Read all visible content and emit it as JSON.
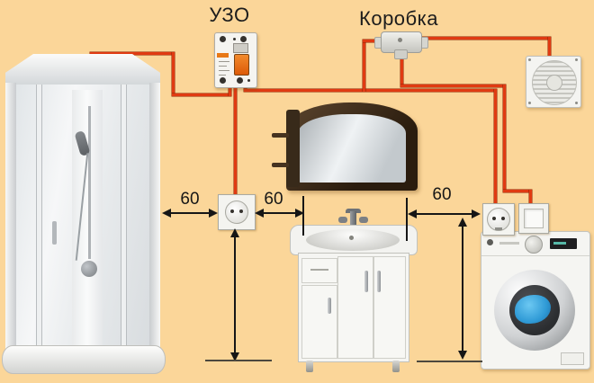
{
  "colors": {
    "background": "#fbd699",
    "wire": "#e03a12",
    "dimension": "#161616",
    "floor_line": "#4c483e"
  },
  "labels": {
    "rcd": "УЗО",
    "junction_box": "Коробка"
  },
  "dimensions": {
    "outlet_left": "60",
    "outlet_right": "60",
    "washer": "60"
  }
}
